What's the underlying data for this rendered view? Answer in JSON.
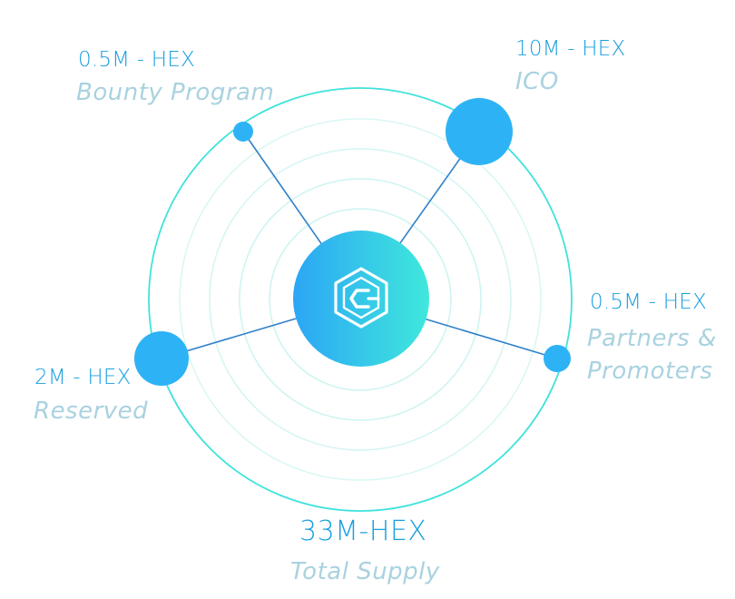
{
  "allocations": {
    "bounty": {
      "amount": "0.5M - HEX",
      "name": "Bounty Program"
    },
    "ico": {
      "amount": "10M - HEX",
      "name": "ICO"
    },
    "partners": {
      "amount": "0.5M - HEX",
      "name_line1": "Partners &",
      "name_line2": "Promoters"
    },
    "reserved": {
      "amount": "2M - HEX",
      "name": "Reserved"
    }
  },
  "total": {
    "amount": "33M-HEX",
    "name": "Total Supply"
  },
  "colors": {
    "ring": "#3fe3dc",
    "inner_ring": "#bff2ef",
    "node": "#2db3f5",
    "spoke": "#2f80c9",
    "hub_gradient_start": "#2ba6f5",
    "hub_gradient_end": "#3fe8dc",
    "logo": "#ffffff"
  },
  "icons": {
    "hub_logo": "hexagon-logo-icon"
  }
}
